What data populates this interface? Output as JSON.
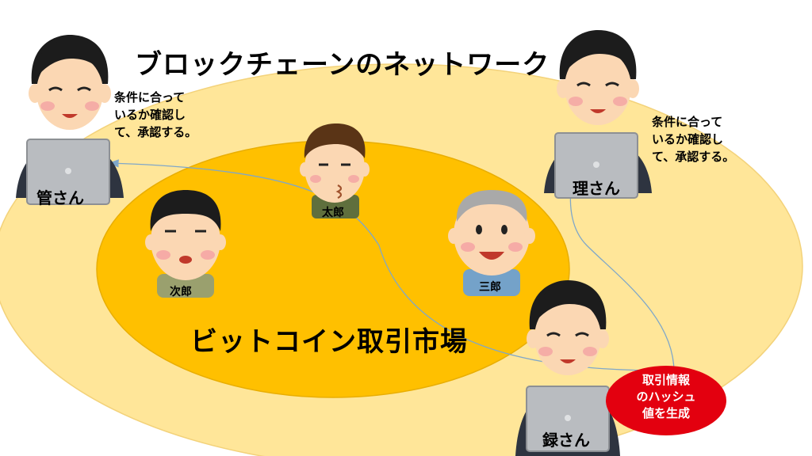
{
  "network_title": "ブロックチェーンのネットワーク",
  "market_title": "ビットコイン取引市場",
  "verification_note_left": "条件に合って\nいるか確認し\nて、承認する。",
  "verification_note_right": "条件に合って\nいるか確認し\nて、承認する。",
  "people": {
    "kan": "管さん",
    "ri": "理さん",
    "roku": "録さん",
    "taro": "太郎",
    "jiro": "次郎",
    "saburo": "三郎"
  },
  "hash_badge": "取引情報\nのハッシュ\n値を生成",
  "colors": {
    "outer_ellipse": "#FFE699",
    "inner_ellipse": "#FFC000",
    "badge": "#E3000F",
    "arrow": "#7FA7C9"
  }
}
